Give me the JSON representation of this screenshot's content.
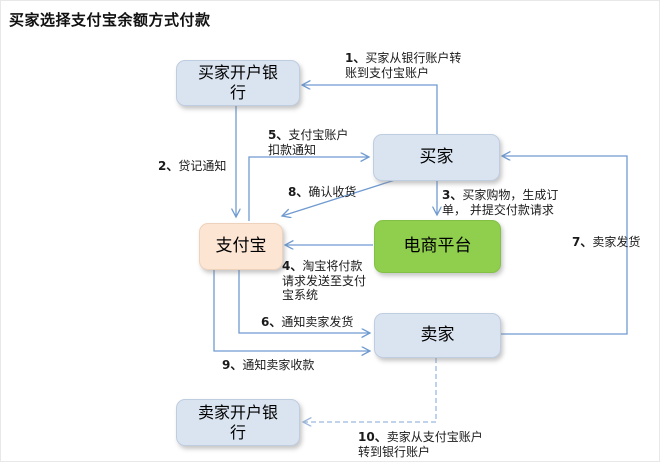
{
  "title": "买家选择支付宝余额方式付款",
  "nodes": {
    "buyer_bank": {
      "label": "买家开户银\n行"
    },
    "buyer": {
      "label": "买家"
    },
    "alipay": {
      "label": "支付宝"
    },
    "platform": {
      "label": "电商平台"
    },
    "seller": {
      "label": "卖家"
    },
    "seller_bank": {
      "label": "卖家开户银\n行"
    }
  },
  "labels": {
    "step1": {
      "num": "1、",
      "text": "买家从银行账户转\n账到支付宝账户"
    },
    "step2": {
      "num": "2、",
      "text": "贷记通知"
    },
    "step3": {
      "num": "3、",
      "text": "买家购物，生成订\n单， 并提交付款请求"
    },
    "step4": {
      "num": "4、",
      "text": "淘宝将付款\n请求发送至支付\n宝系统"
    },
    "step5": {
      "num": "5、",
      "text": "支付宝账户\n扣款通知"
    },
    "step6": {
      "num": "6、",
      "text": "通知卖家发货"
    },
    "step7": {
      "num": "7、",
      "text": "卖家发货"
    },
    "step8": {
      "num": "8、",
      "text": "确认收货"
    },
    "step9": {
      "num": "9、",
      "text": "通知卖家收款"
    },
    "step10": {
      "num": "10、",
      "text": "卖家从支付宝账户\n转到银行账户"
    }
  },
  "flows": [
    {
      "step": 1,
      "from": "buyer",
      "to": "buyer_bank",
      "style": "solid"
    },
    {
      "step": 2,
      "from": "buyer_bank",
      "to": "alipay",
      "style": "solid"
    },
    {
      "step": 3,
      "from": "buyer",
      "to": "platform",
      "style": "solid"
    },
    {
      "step": 4,
      "from": "platform",
      "to": "alipay",
      "style": "solid"
    },
    {
      "step": 5,
      "from": "alipay",
      "to": "buyer",
      "style": "solid"
    },
    {
      "step": 6,
      "from": "alipay",
      "to": "seller",
      "style": "solid"
    },
    {
      "step": 7,
      "from": "seller",
      "to": "buyer",
      "style": "solid"
    },
    {
      "step": 8,
      "from": "buyer",
      "to": "alipay",
      "style": "solid"
    },
    {
      "step": 9,
      "from": "alipay",
      "to": "seller",
      "style": "solid"
    },
    {
      "step": 10,
      "from": "seller",
      "to": "seller_bank",
      "style": "dashed"
    }
  ],
  "colors": {
    "node_blue": "#dae4f0",
    "node_peach": "#fce5d3",
    "node_green": "#90cf4e",
    "arrow_solid": "#6f9ad0",
    "arrow_dashed": "#9cb9de",
    "text": "#1a1a1a"
  }
}
